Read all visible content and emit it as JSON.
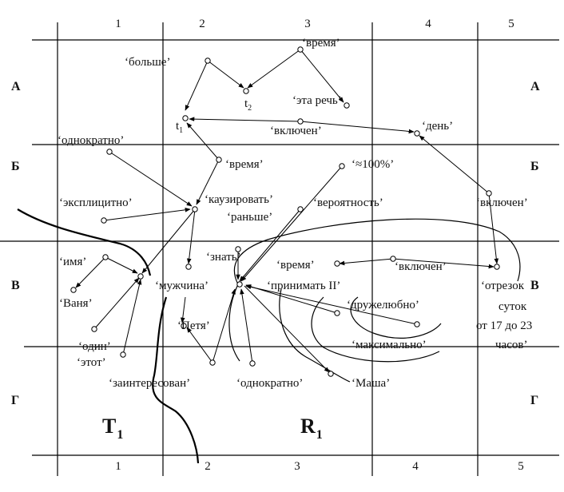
{
  "columns_top": [
    "1",
    "2",
    "3",
    "4",
    "5"
  ],
  "columns_bottom": [
    "1",
    "2",
    "3",
    "4",
    "5"
  ],
  "rows_left": [
    "А",
    "Б",
    "В",
    "Г"
  ],
  "rows_right": [
    "А",
    "Б",
    "В",
    "Г"
  ],
  "region_labels": {
    "T1_main": "T",
    "T1_sub": "1",
    "R1_main": "R",
    "R1_sub": "1"
  },
  "node_labels": {
    "vremya_top": "‘время’",
    "bolshe": "‘больше’",
    "t2_main": "t",
    "t2_sub": "2",
    "eta_rech": "‘эта речь’",
    "t1_main": "t",
    "t1_sub": "1",
    "vklyuchen_a": "‘включен’",
    "den": "‘день’",
    "odnokratno_b": "‘однократно’",
    "vremya_b": "‘время’",
    "approx100": "‘≈100%’",
    "eksplitsitno": "‘эксплицитно’",
    "kauzirovat": "‘каузировать’",
    "ranshe": "‘раньше’",
    "veroyatnost": "‘вероятность’",
    "vklyuchen_b": "‘включен’",
    "imya": "‘имя’",
    "znat": "‘знать’",
    "vremya_c": "‘время’",
    "vklyuchen_c": "‘включен’",
    "vanya": "‘Ваня’",
    "muzhchina": "‘мужчина’",
    "prinimat": "‘принимать II’",
    "otrezok": "‘отрезок",
    "sutok": "суток",
    "ot17": "от 17 до 23",
    "chasov": "часов’",
    "druzhelyubno": "‘дружелюбно’",
    "petya": "‘Петя’",
    "odin": "‘один’",
    "etot": "‘этот’",
    "maksimalno": "‘максимально’",
    "zainteresovan": "‘заинтересован’",
    "odnokratno_g": "‘однократно’",
    "masha": "‘Маша’"
  }
}
